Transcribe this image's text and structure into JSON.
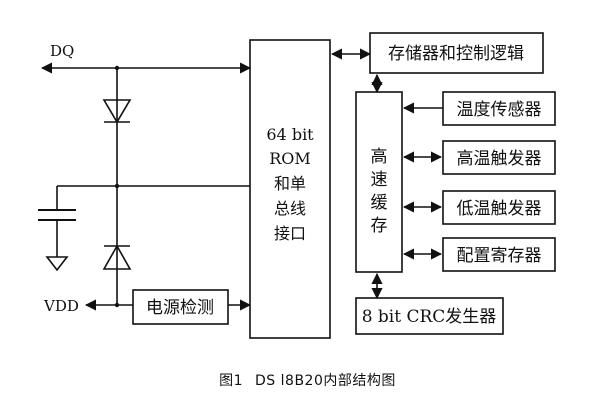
{
  "pins": {
    "dq": "DQ",
    "vdd": "VDD"
  },
  "blocks": {
    "rom_interface": [
      "64 bit",
      "ROM",
      "和单",
      "总线",
      "接口"
    ],
    "memory_control": "存储器和控制逻辑",
    "scratchpad": [
      "高",
      "速",
      "缓",
      "存"
    ],
    "temp_sensor": "温度传感器",
    "alarm_high": "高温触发器",
    "alarm_low": "低温触发器",
    "config_register": "配置寄存器",
    "crc_generator": "8 bit CRC发生器",
    "power_detect": "电源检测"
  },
  "caption": {
    "figure": "图1",
    "text": "DS l8B20内部结构图"
  }
}
